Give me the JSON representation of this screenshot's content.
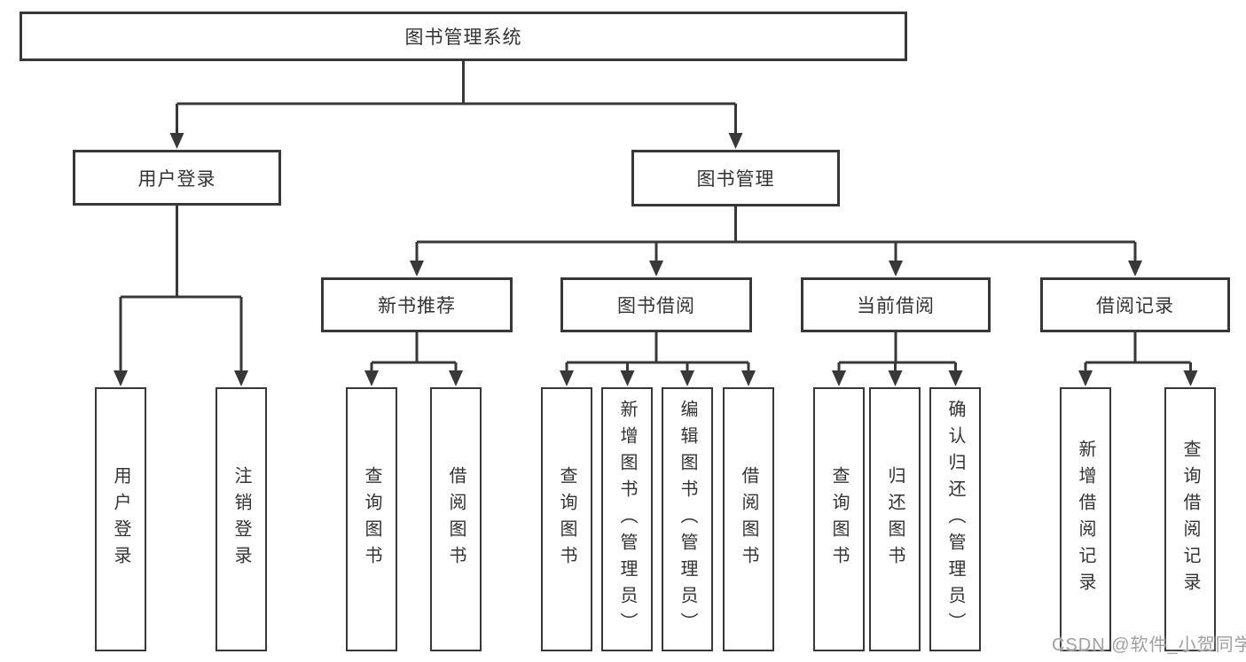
{
  "tree": {
    "root": "图书管理系统",
    "level2": [
      "用户登录",
      "图书管理"
    ],
    "level3": [
      "新书推荐",
      "图书借阅",
      "当前借阅",
      "借阅记录"
    ],
    "group_user_login": [
      "用户登录",
      "注销登录"
    ],
    "group_new_book": [
      "查询图书",
      "借阅图书"
    ],
    "group_book_borrow": [
      "查询图书",
      "新增图书（管理员）",
      "编辑图书（管理员）",
      "借阅图书"
    ],
    "group_current_borrow": [
      "查询图书",
      "归还图书",
      "确认归还（管理员）"
    ],
    "group_borrow_records": [
      "新增借阅记录",
      "查询借阅记录"
    ]
  },
  "watermark": "CSDN @软件_小贺同学",
  "colors": {
    "line": "#383838",
    "text": "#333333",
    "watermark": "#a0a0a0",
    "bg": "#ffffff"
  }
}
